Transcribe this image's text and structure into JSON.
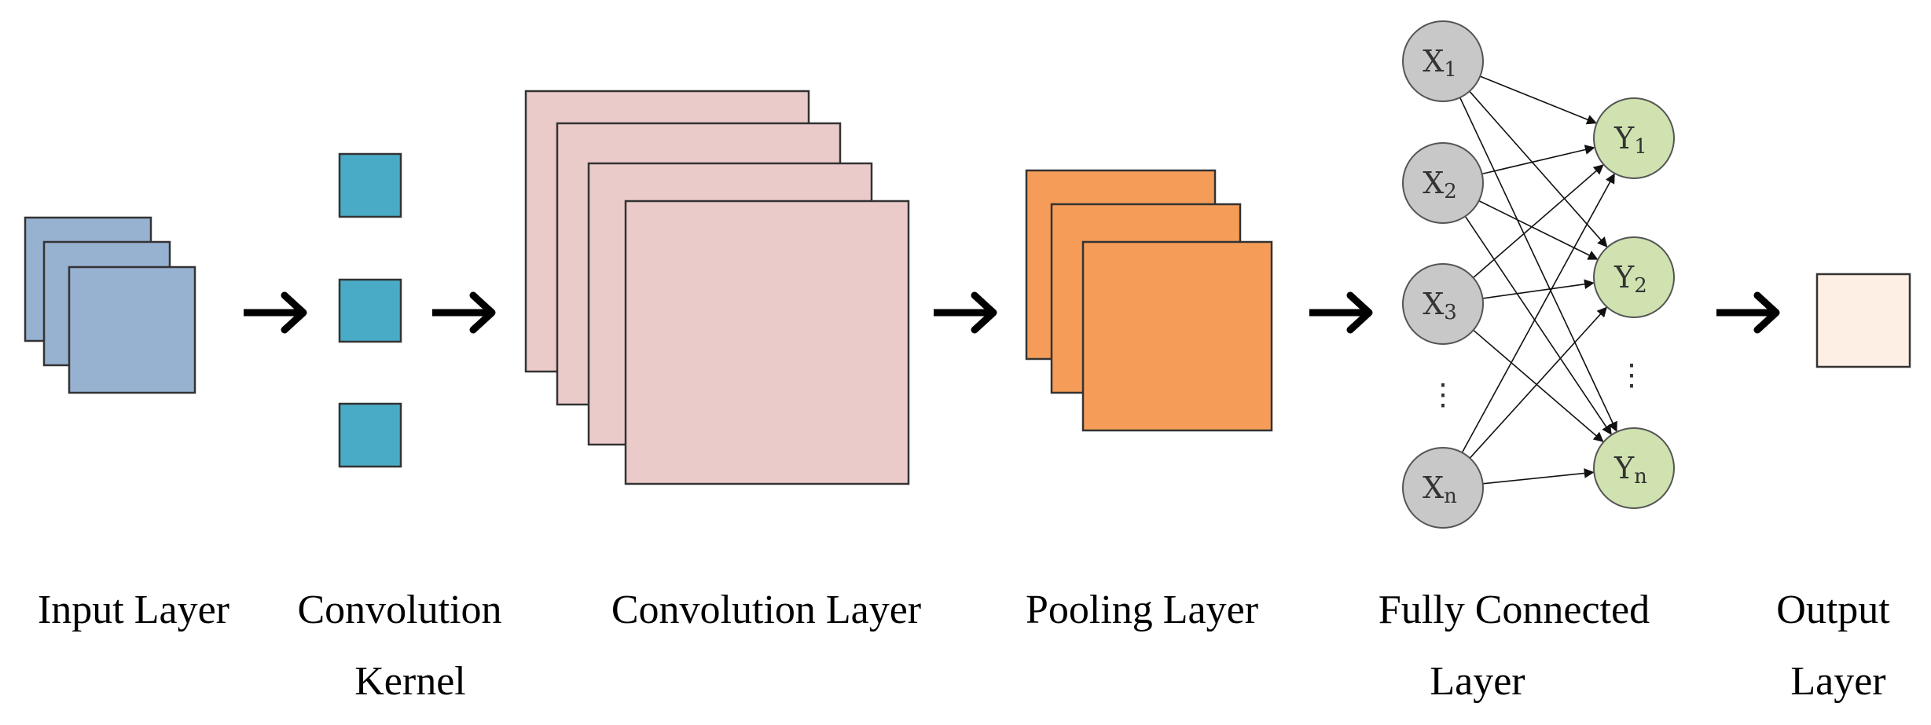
{
  "colors": {
    "input": "#97b1d1",
    "kernel": "#4aabc6",
    "conv": "#ebcbca",
    "pool": "#f59d58",
    "output": "#fdefe4",
    "node_x": "#c8c8c8",
    "node_y": "#cfe2b0",
    "outline": "#333333"
  },
  "fc": {
    "x_nodes": [
      {
        "main": "X",
        "sub": "1"
      },
      {
        "main": "X",
        "sub": "2"
      },
      {
        "main": "X",
        "sub": "3"
      },
      {
        "main": "X",
        "sub": "n"
      }
    ],
    "y_nodes": [
      {
        "main": "Y",
        "sub": "1"
      },
      {
        "main": "Y",
        "sub": "2"
      },
      {
        "main": "Y",
        "sub": "n"
      }
    ],
    "ellipsis": "⋮"
  },
  "labels": {
    "input": [
      "Input Layer"
    ],
    "kernel": [
      "Convolution",
      "Kernel"
    ],
    "conv": [
      "Convolution Layer"
    ],
    "pool": [
      "Pooling Layer"
    ],
    "fc": [
      "Fully Connected",
      "Layer"
    ],
    "output": [
      "Output",
      "Layer"
    ]
  }
}
